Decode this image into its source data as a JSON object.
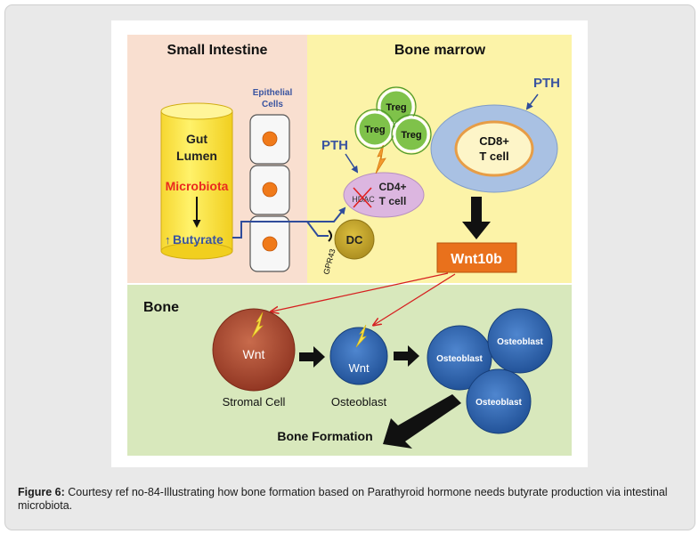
{
  "panels": {
    "intestine_title": "Small Intestine",
    "marrow_title": "Bone marrow",
    "bone_title": "Bone"
  },
  "intestine": {
    "epithelial_label_1": "Epithelial",
    "epithelial_label_2": "Cells",
    "gut_label_1": "Gut",
    "gut_label_2": "Lumen",
    "microbiota": "Microbiota",
    "butyrate_arrow": "↑",
    "butyrate": "Butyrate"
  },
  "marrow": {
    "pth_left": "PTH",
    "pth_right": "PTH",
    "treg_1": "Treg",
    "treg_2": "Treg",
    "treg_3": "Treg",
    "cd4_1": "CD4+",
    "cd4_2": "T cell",
    "hdac": "HDAC",
    "dc": "DC",
    "gpr43": "GPR43",
    "cd8_1": "CD8+",
    "cd8_2": "T cell",
    "wnt10b": "Wnt10b"
  },
  "bone": {
    "stromal_wnt": "Wnt",
    "stromal_label": "Stromal Cell",
    "osteo_wnt": "Wnt",
    "osteo_label": "Osteoblast",
    "osteoblast_1": "Osteoblast",
    "osteoblast_2": "Osteoblast",
    "osteoblast_3": "Osteoblast",
    "bone_formation": "Bone Formation"
  },
  "caption": {
    "bold": "Figure 6:",
    "text": " Courtesy ref no-84-Illustrating how bone formation based on Parathyroid  hormone needs butyrate production  via intestinal microbiota."
  },
  "colors": {
    "intestine_bg": "#f9dfd0",
    "marrow_bg": "#fcf3a8",
    "bone_bg": "#d8e8bc",
    "gut_yellow": "#fbea4a",
    "microbiota_red": "#ea2a1f",
    "pth_blue": "#3a54a0",
    "treg_green": "#7fc24a",
    "cd4_pink": "#dcb6e0",
    "dc_olive": "#c7a92b",
    "cd8_blue": "#a9c1e3",
    "wnt10b_orange": "#e9711c",
    "stromal_brown": "#a6462e",
    "osteoblast_blue": "#2c61ad"
  }
}
